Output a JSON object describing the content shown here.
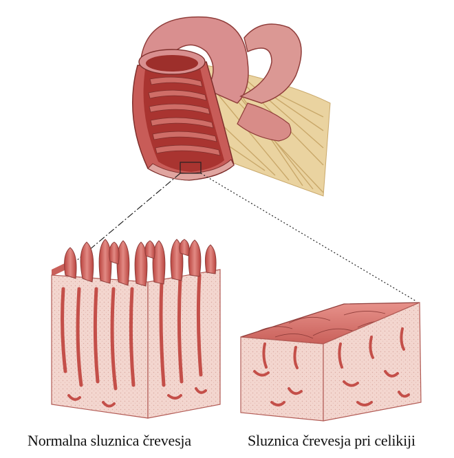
{
  "captions": {
    "normal": "Normalna sluznica črevesja",
    "celiac": "Sluznica črevesja pri celikiji"
  },
  "colors": {
    "outer_wall": "#d98f8f",
    "lumen": "#b43c3c",
    "fold": "#c65a55",
    "tissue": "#f3d6cf",
    "villus": "#d56b66",
    "mesentery": "#e6c98a"
  },
  "illustration": {
    "intestine": "small-intestine-cross-section",
    "left_block": "normal-villi",
    "right_block": "flattened-mucosa"
  }
}
